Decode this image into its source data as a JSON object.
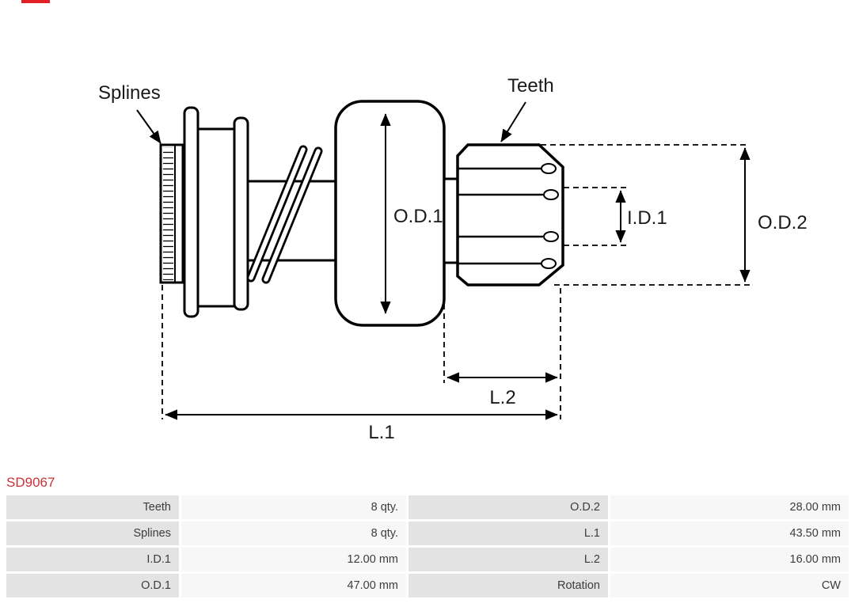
{
  "brand": {
    "strip_color": "#e31e24"
  },
  "part": {
    "number": "SD9067",
    "number_color": "#cc2f36"
  },
  "diagram": {
    "labels": {
      "splines": "Splines",
      "teeth": "Teeth",
      "od1": "O.D.1",
      "id1": "I.D.1",
      "od2": "O.D.2",
      "l1": "L.1",
      "l2": "L.2"
    }
  },
  "specs": {
    "rows": [
      [
        "Teeth",
        "8 qty.",
        "O.D.2",
        "28.00 mm"
      ],
      [
        "Splines",
        "8 qty.",
        "L.1",
        "43.50 mm"
      ],
      [
        "I.D.1",
        "12.00 mm",
        "L.2",
        "16.00 mm"
      ],
      [
        "O.D.1",
        "47.00 mm",
        "Rotation",
        "CW"
      ]
    ]
  }
}
